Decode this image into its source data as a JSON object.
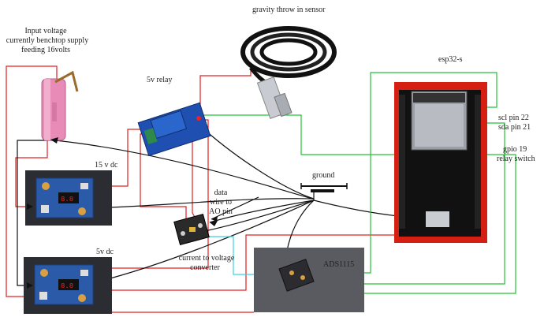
{
  "labels": {
    "sensor": "gravity throw in sensor",
    "input_voltage": [
      "Input voltage",
      "currently benchtop supply",
      "feeding 16volts"
    ],
    "relay": "5v relay",
    "esp": "esp32-s",
    "dc15": "15 v dc",
    "dc5": "5v dc",
    "ground": "ground",
    "data_wire": [
      "data",
      "wire to",
      "AO pin"
    ],
    "converter": [
      "current to voltage",
      "converter"
    ],
    "ads": "ADS1115",
    "scl": "scl pin 22",
    "sda": "sda pin 21",
    "gpio": [
      "gpio 19",
      "relay switch"
    ]
  },
  "colors": {
    "red_wire": "#e02020",
    "black_wire": "#111111",
    "green_wire": "#22c233",
    "cyan_wire": "#3fd0e6",
    "esp_board": "#d51f12",
    "dc_board": "#2a5aa8",
    "relay_body": "#1f4fb0"
  }
}
